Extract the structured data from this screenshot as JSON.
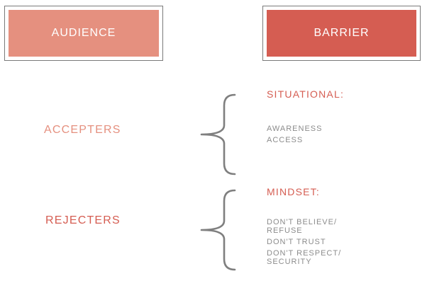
{
  "headers": {
    "audience": "AUDIENCE",
    "barrier": "BARRIER"
  },
  "audiences": [
    {
      "label": "ACCEPTERS",
      "barrier_category": "SITUATIONAL:",
      "barriers": [
        "AWARENESS",
        "ACCESS"
      ]
    },
    {
      "label": "REJECTERS",
      "barrier_category": "MINDSET:",
      "barriers": [
        "DON'T BELIEVE/ REFUSE",
        "DON'T TRUST",
        "DON'T RESPECT/ SECURITY"
      ]
    }
  ],
  "colors": {
    "accepter_accent": "#e5907f",
    "rejecter_accent": "#d55d52",
    "brace_stroke": "#7f7f7f",
    "item_text": "#8c8c8c",
    "frame_border": "#7a7a7a"
  }
}
